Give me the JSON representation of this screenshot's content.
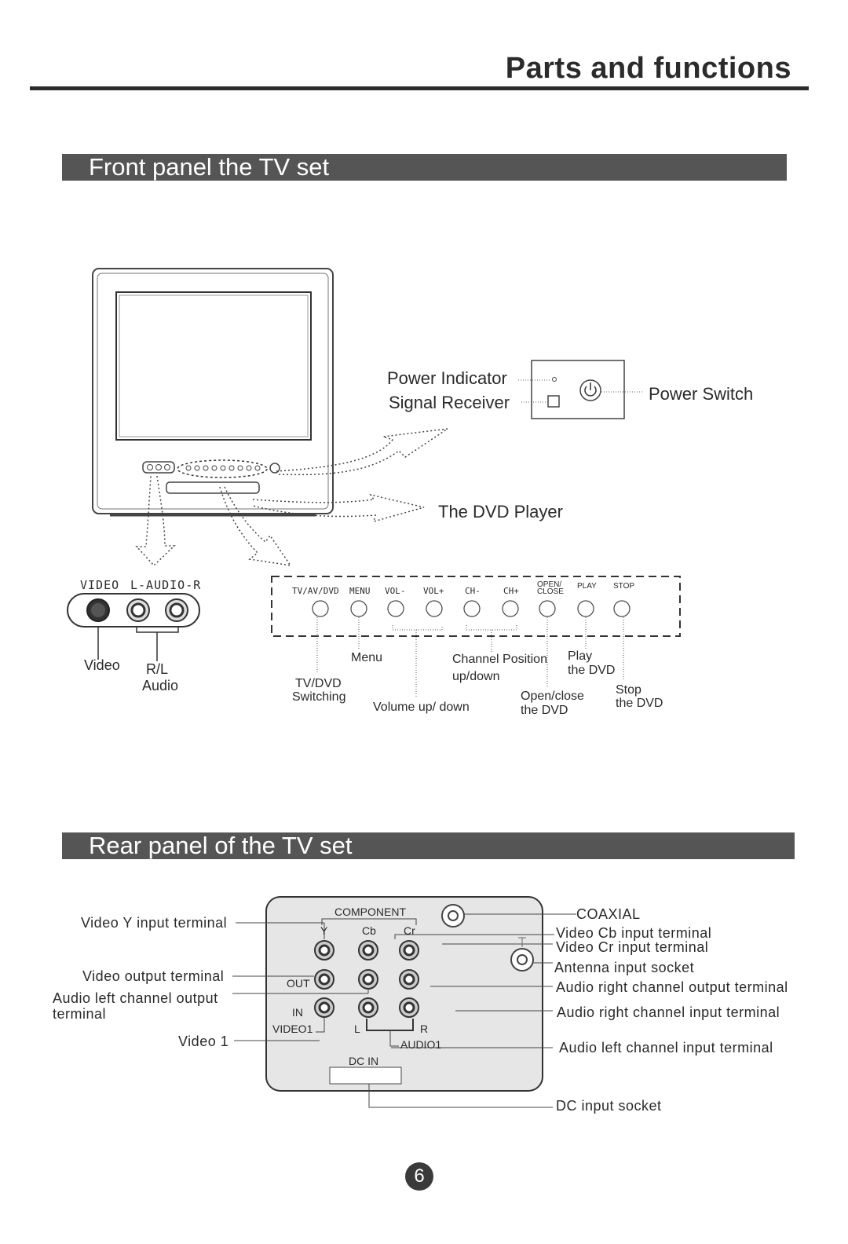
{
  "header": {
    "title": "Parts and functions"
  },
  "front": {
    "section_title": "Front panel the TV set",
    "power_indicator": "Power Indicator",
    "signal_receiver": "Signal Receiver",
    "power_switch": "Power Switch",
    "dvd_player": "The DVD Player",
    "side_panel": {
      "video_label": "VIDEO",
      "audio_label": "L-AUDIO-R"
    },
    "video": "Video",
    "rl": "R/L",
    "audio": "Audio",
    "buttons": [
      "TV/AV/DVD",
      "MENU",
      "VOL-",
      "VOL+",
      "CH-",
      "CH+",
      "OPEN/ CLOSE",
      "PLAY",
      "STOP"
    ],
    "menu": "Menu",
    "tvdvd": "TV/DVD",
    "switching": "Switching",
    "volume": "Volume up/ down",
    "channel": "Channel Position",
    "updown": "up/down",
    "play": "Play",
    "play_dvd": "the DVD",
    "openclose": "Open/close",
    "openclose_dvd": "the DVD",
    "stop": "Stop",
    "stop_dvd": "the DVD"
  },
  "rear": {
    "section_title": "Rear panel of the TV set",
    "component": "COMPONENT",
    "y": "Y",
    "cb": "Cb",
    "cr": "Cr",
    "out": "OUT",
    "in": "IN",
    "video1_tag": "VIDEO1",
    "l": "L",
    "r": "R",
    "audio1": "AUDIO1",
    "dcin": "DC IN",
    "labels": {
      "video_y": "Video Y input terminal",
      "video_out": "Video output terminal",
      "audio_left_out_1": "Audio left channel output",
      "audio_left_out_2": "terminal",
      "video1": "Video 1",
      "coaxial": "COAXIAL",
      "cb_in": "Video Cb input terminal",
      "cr_in": "Video Cr input terminal",
      "antenna": "Antenna input socket",
      "audio_right_out": "Audio right channel output terminal",
      "audio_right_in": "Audio right channel input terminal",
      "audio_left_in": "Audio left channel input terminal",
      "dc_input": "DC input socket"
    }
  },
  "footer": {
    "page_number": "6"
  }
}
